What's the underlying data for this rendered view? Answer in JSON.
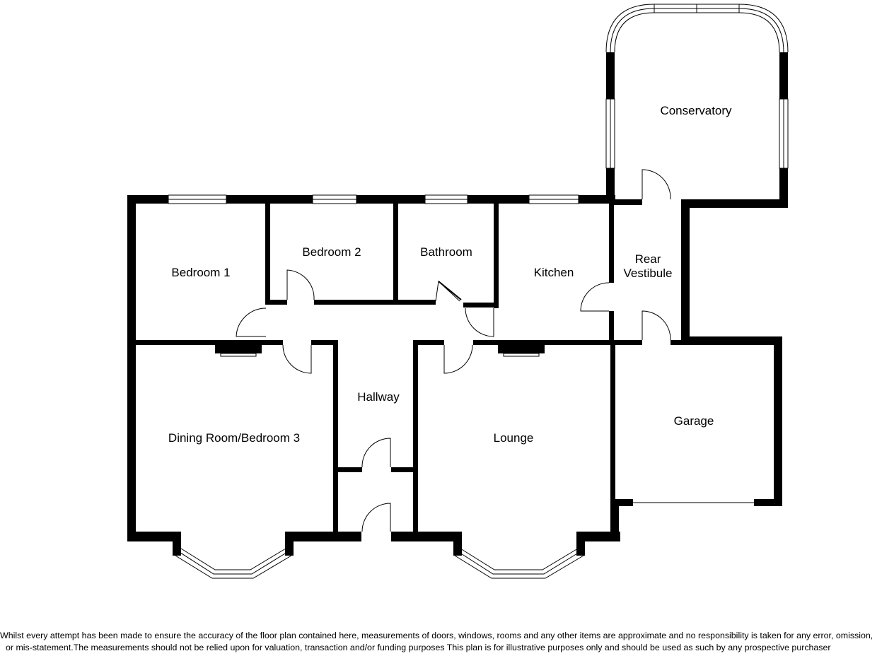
{
  "rooms": {
    "conservatory": "Conservatory",
    "bedroom1": "Bedroom 1",
    "bedroom2": "Bedroom 2",
    "bathroom": "Bathroom",
    "kitchen": "Kitchen",
    "rear_vestibule_line1": "Rear",
    "rear_vestibule_line2": "Vestibule",
    "hallway": "Hallway",
    "dining": "Dining Room/Bedroom 3",
    "lounge": "Lounge",
    "garage": "Garage"
  },
  "disclaimer": {
    "line1": "Whilst every attempt has been made to ensure the accuracy of the floor plan contained here, measurements of doors, windows, rooms and any other items are approximate and no responsibility is taken for any error, omission,",
    "line2": "or mis-statement.The measurements should not be relied upon for valuation, transaction and/or funding purposes This plan is for illustrative purposes only and should be used as such by any prospective purchaser"
  },
  "colors": {
    "wall": "#000000",
    "window": "#ffffff",
    "background": "#ffffff"
  }
}
